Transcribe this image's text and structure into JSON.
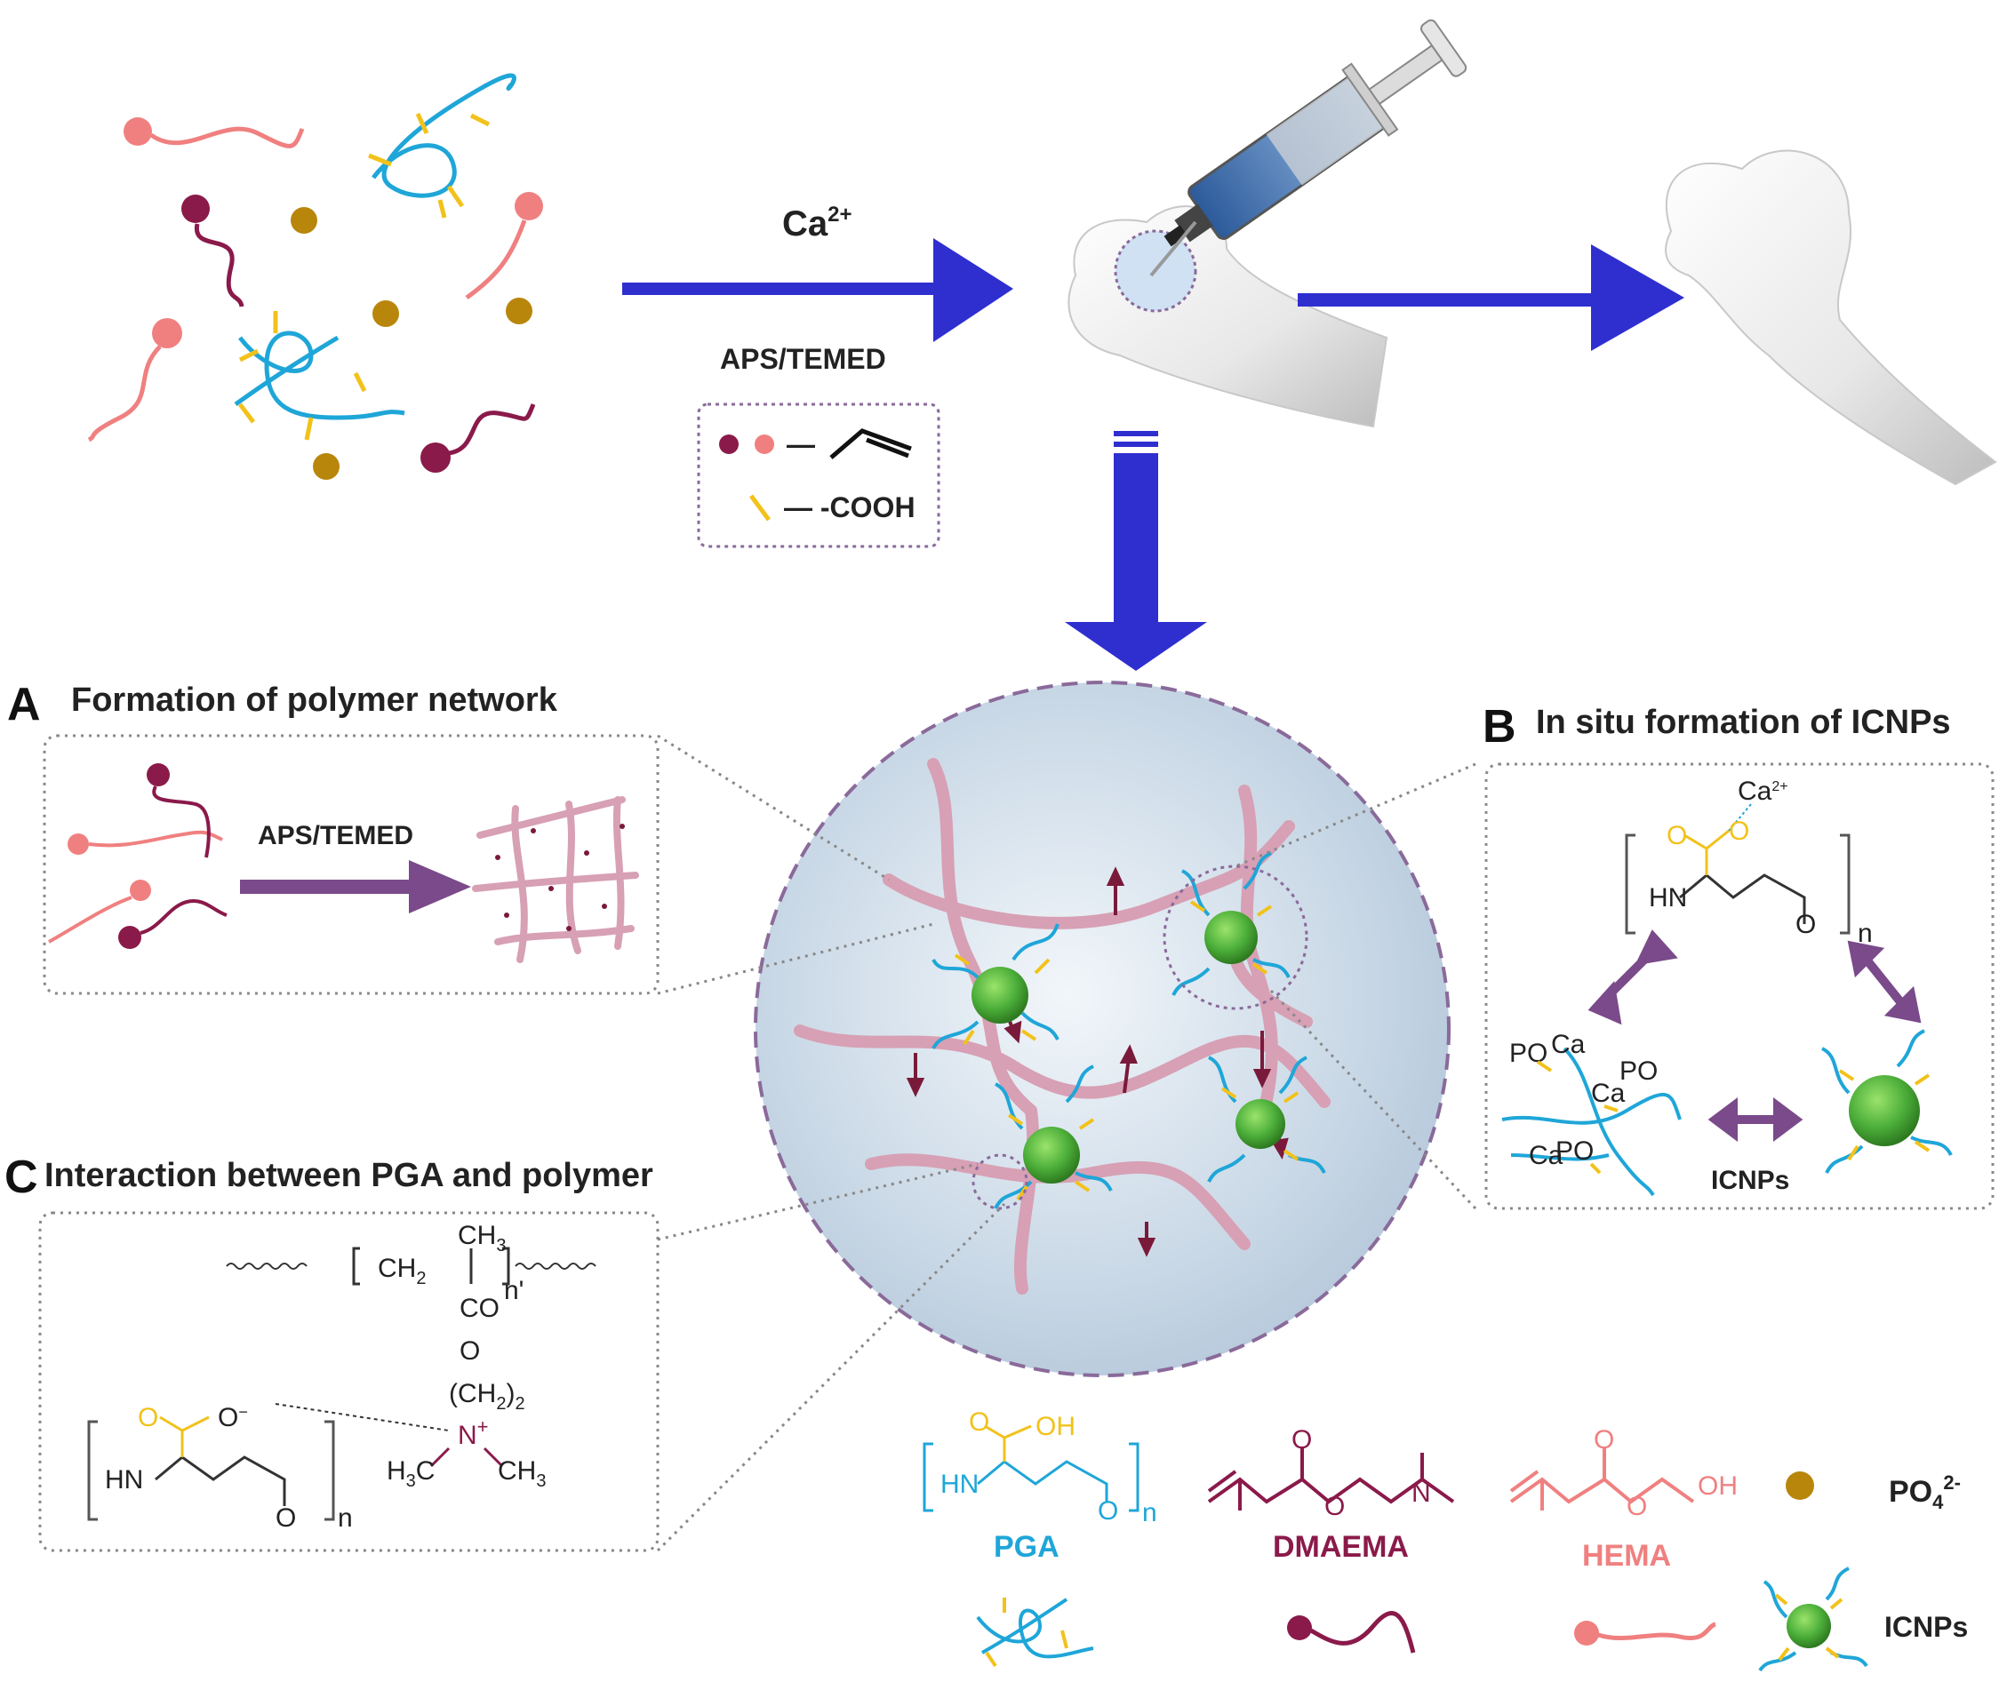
{
  "top": {
    "arrow1_label_ion": "Ca",
    "arrow1_label_ion_charge": "2+",
    "arrow1_label_initiator": "APS/TEMED",
    "legend_box": {
      "line1_symbol_text": "—",
      "line2_text": "— -COOH"
    }
  },
  "panel_a": {
    "letter": "A",
    "title": "Formation of  polymer network",
    "arrow_label": "APS/TEMED"
  },
  "panel_b": {
    "letter": "B",
    "title": "In situ formation of ICNPs",
    "ca_label": "Ca",
    "ca_charge": "2+",
    "hn": "HN",
    "o": "O",
    "n": "n",
    "icnps_label": "ICNPs",
    "po4": "PO",
    "ca_small": "Ca"
  },
  "panel_c": {
    "letter": "C",
    "title": "Interaction between PGA and polymer",
    "ch3_top": "CH",
    "ch2": "CH",
    "co": "CO",
    "n_prime": "n'",
    "o": "O",
    "ch2_2": "(CH",
    "n_plus": "N",
    "h3c": "H",
    "ch3_right": "CH",
    "hn": "HN",
    "o_bottom": "O",
    "n": "n"
  },
  "legend": {
    "pga": "PGA",
    "dmaema": "DMAEMA",
    "hema": "HEMA",
    "po4": "PO",
    "po4_charge": "2-",
    "icnps": "ICNPs",
    "oh": "OH",
    "hn": "HN",
    "o": "O",
    "n_sub": "n",
    "n_label": "N",
    "oh_hema": "OH"
  },
  "colors": {
    "arrow_blue": "#2f2fd0",
    "pga_blue": "#1fa6d8",
    "dmaema": "#8a1a4a",
    "hema": "#f08080",
    "po4_gold": "#b8860b",
    "icnp_green": "#4caf3a",
    "network_pink": "#d7a0b4",
    "cooh_yellow": "#f2c21b",
    "purple_arrow": "#7a4a8a"
  }
}
